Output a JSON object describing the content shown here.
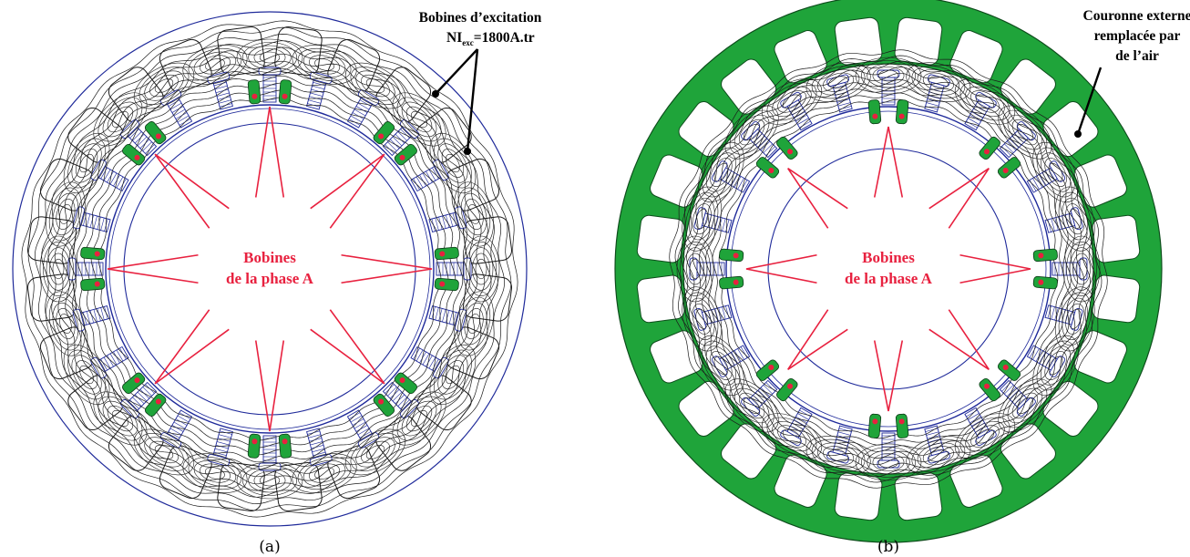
{
  "figure": {
    "panels": [
      {
        "id": "a",
        "caption": "(a)",
        "phase_label_line1": "Bobines",
        "phase_label_line2": "de la phase A",
        "annotation_line1": "Bobines d’excitation",
        "annotation_ni_prefix": "NI",
        "annotation_ni_sub": "exc",
        "annotation_ni_value": "=1800A.tr",
        "outer_ring_material": "air"
      },
      {
        "id": "b",
        "caption": "(b)",
        "phase_label_line1": "Bobines",
        "phase_label_line2": "de la phase A",
        "annotation_line1": "Couronne externe",
        "annotation_line2": "remplacée par",
        "annotation_line3": "de l’air",
        "outer_ring_material": "iron"
      }
    ],
    "colors": {
      "flux_lines": "#1a1a1a",
      "geometry_outline": "#1f2a9a",
      "phase_arrows": "#e8213f",
      "phase_coil_fill": "#1fa43a",
      "coil_dot": "#e8213f",
      "outer_ring_fill": "#1fa43a"
    }
  }
}
